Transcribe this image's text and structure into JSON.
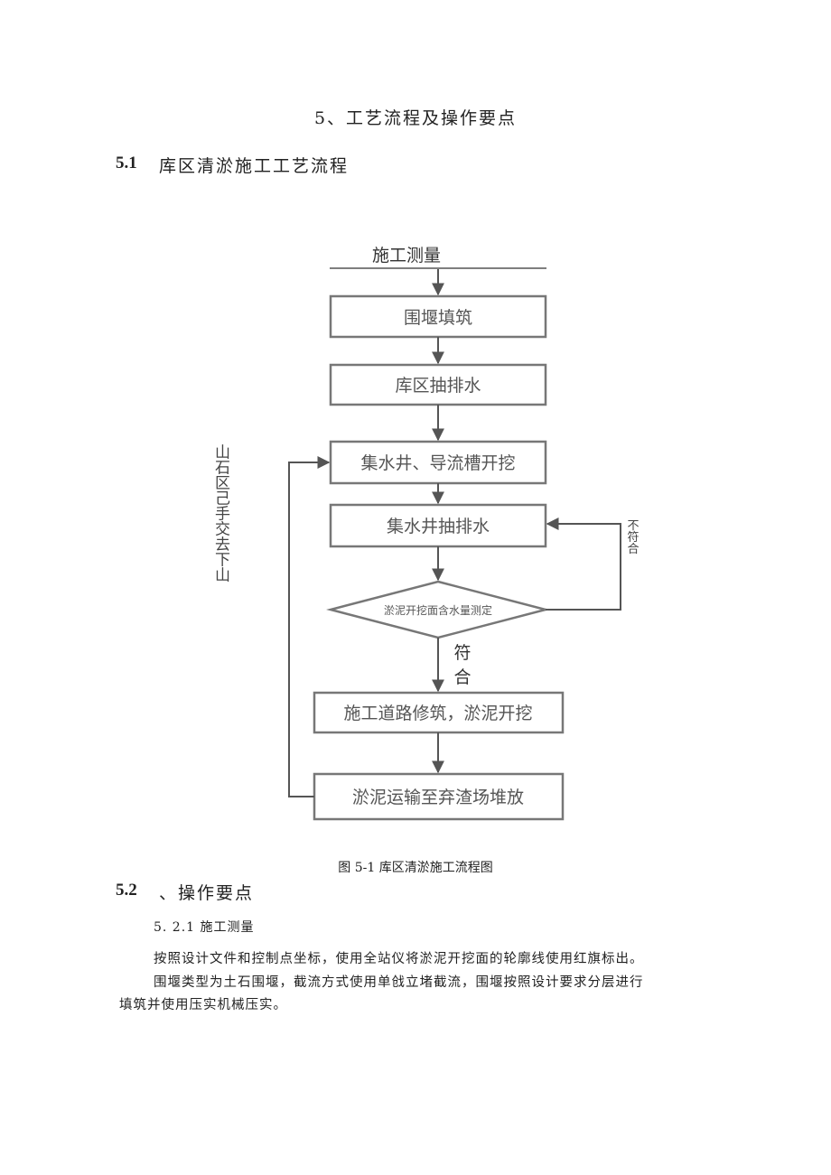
{
  "heading": {
    "chapter": "5、工艺流程及操作要点",
    "s51_num": "5.1",
    "s51_title": "库区清淤施工工艺流程",
    "s52_num": "5.2",
    "s52_title": "、操作要点"
  },
  "flow": {
    "start": "施工测量",
    "steps": [
      "围堰填筑",
      "库区抽排水",
      "集水井、导流槽开挖",
      "集水井抽排水",
      "施工道路修筑，淤泥开挖",
      "淤泥运输至弃渣场堆放"
    ],
    "decision": "淤泥开挖面含水量测定",
    "yes_label_1": "符",
    "yes_label_2": "合",
    "loop_left_label": "山石区己手交去下山",
    "loop_right_label": "不符合"
  },
  "caption": "图 5-1 库区清淤施工流程图",
  "subsection": "5. 2.1 施工测量",
  "paragraphs": [
    "按照设计文件和控制点坐标，使用全站仪将淤泥开挖面的轮廓线使用红旗标出。",
    "围堰类型为土石围堰，截流方式使用单戗立堵截流，围堰按照设计要求分层进行",
    "填筑并使用压实机械压实。"
  ]
}
